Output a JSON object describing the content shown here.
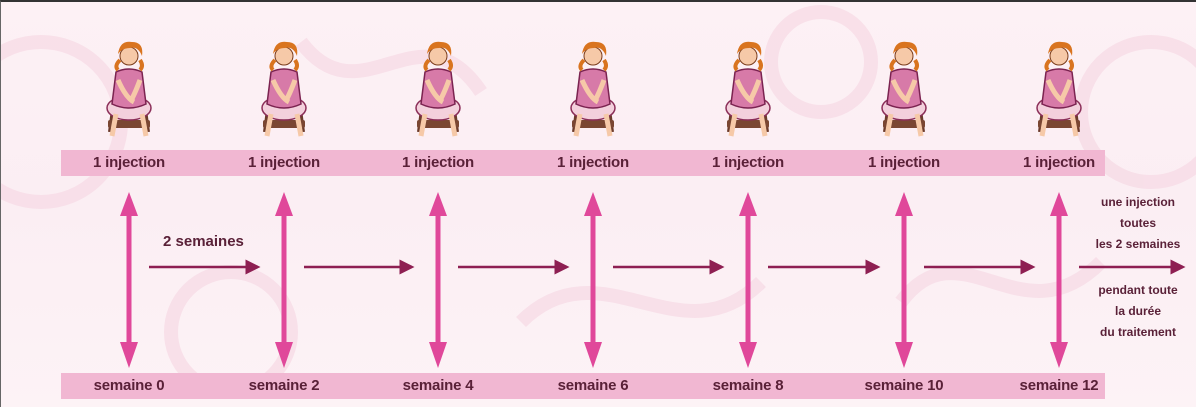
{
  "timeline": {
    "steps": [
      {
        "injection": "1 injection",
        "week": "semaine 0"
      },
      {
        "injection": "1 injection",
        "week": "semaine 2"
      },
      {
        "injection": "1 injection",
        "week": "semaine 4"
      },
      {
        "injection": "1 injection",
        "week": "semaine 6"
      },
      {
        "injection": "1 injection",
        "week": "semaine 8"
      },
      {
        "injection": "1 injection",
        "week": "semaine 10"
      },
      {
        "injection": "1 injection",
        "week": "semaine 12"
      }
    ],
    "interval_label": "2 semaines"
  },
  "note": {
    "frequency_lines": [
      "une injection",
      "toutes",
      "les 2 semaines"
    ],
    "duration_lines": [
      "pendant toute",
      "la durée",
      "du traitement"
    ]
  },
  "colors": {
    "band": "#f1b7d2",
    "vertical_arrow": "#e0489a",
    "horizontal_arrow": "#8e1f52",
    "text": "#5a2138",
    "background": "#fdf1f5"
  },
  "icons": {
    "person": "seated-woman-self-injecting-icon"
  }
}
